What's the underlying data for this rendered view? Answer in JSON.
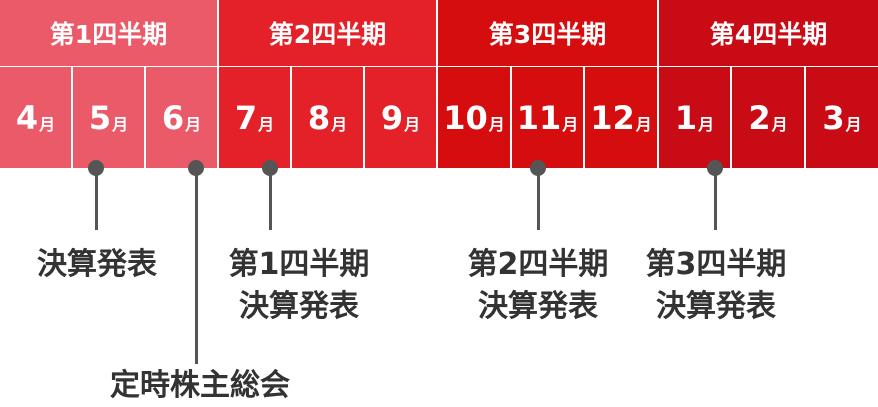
{
  "quarters": [
    {
      "label": "第1四半期",
      "color": "#ea5a68"
    },
    {
      "label": "第2四半期",
      "color": "#e42128"
    },
    {
      "label": "第3四半期",
      "color": "#d50d0e"
    },
    {
      "label": "第4四半期",
      "color": "#c80b14"
    }
  ],
  "months": [
    {
      "num": "4",
      "suffix": "月"
    },
    {
      "num": "5",
      "suffix": "月"
    },
    {
      "num": "6",
      "suffix": "月"
    },
    {
      "num": "7",
      "suffix": "月"
    },
    {
      "num": "8",
      "suffix": "月"
    },
    {
      "num": "9",
      "suffix": "月"
    },
    {
      "num": "10",
      "suffix": "月"
    },
    {
      "num": "11",
      "suffix": "月"
    },
    {
      "num": "12",
      "suffix": "月"
    },
    {
      "num": "1",
      "suffix": "月"
    },
    {
      "num": "2",
      "suffix": "月"
    },
    {
      "num": "3",
      "suffix": "月"
    }
  ],
  "events": [
    {
      "lines": [
        "決算発表"
      ]
    },
    {
      "lines": [
        "定時株主総会"
      ]
    },
    {
      "lines": [
        "第1四半期",
        "決算発表"
      ]
    },
    {
      "lines": [
        "第2四半期",
        "決算発表"
      ]
    },
    {
      "lines": [
        "第3四半期",
        "決算発表"
      ]
    }
  ],
  "colors": {
    "connector": "#555555",
    "label_text": "#333333",
    "header_text": "#ffffff"
  }
}
